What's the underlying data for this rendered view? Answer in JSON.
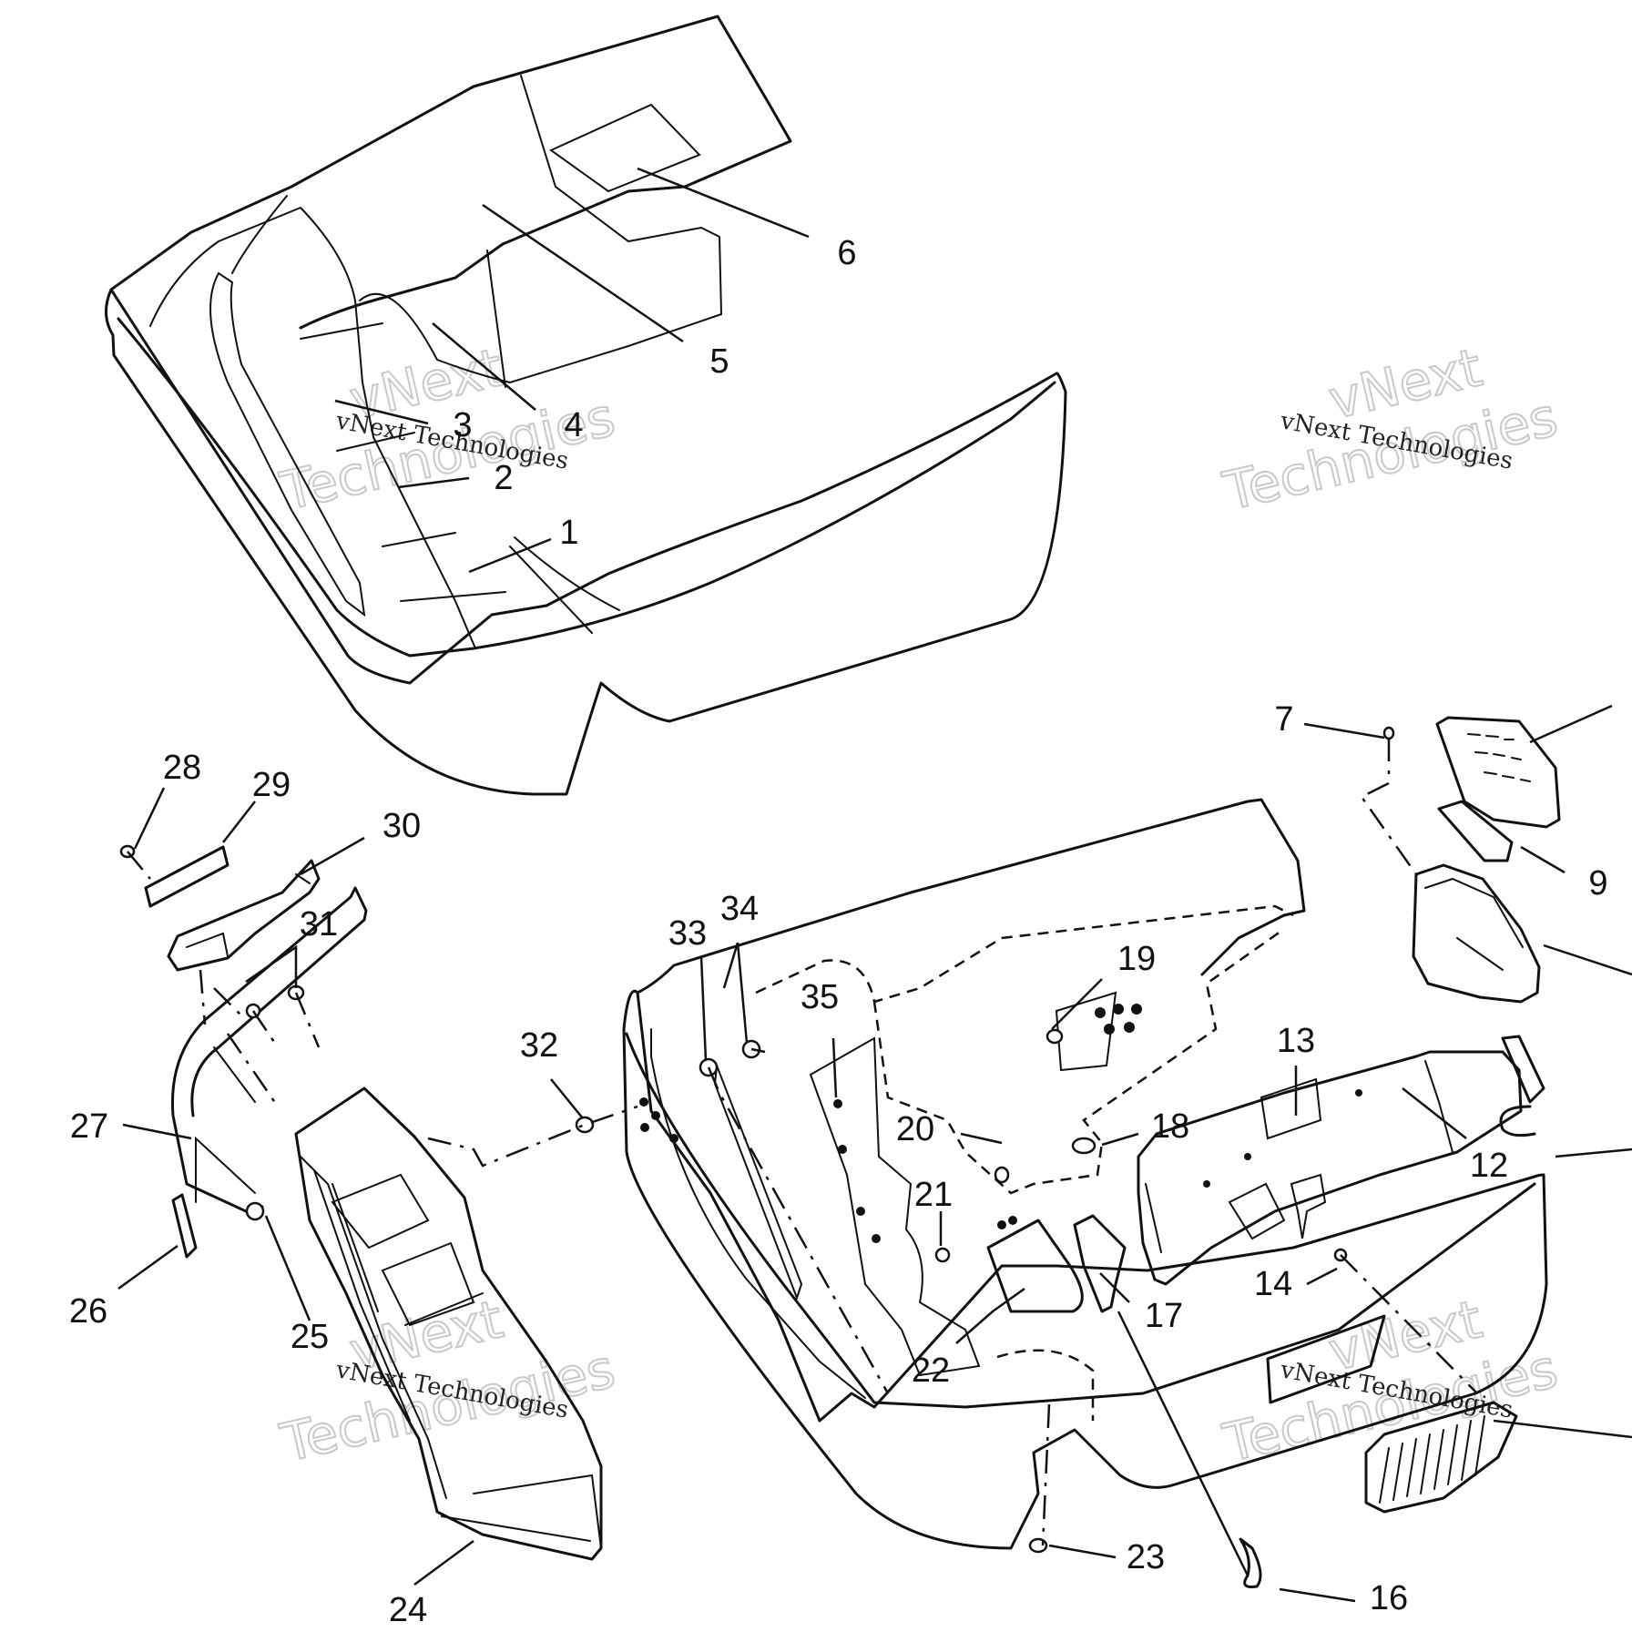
{
  "watermark": {
    "line": "vNext Technologies",
    "outline_top": "vNext",
    "outline_bottom": "Technologies"
  },
  "callouts": {
    "c1": "1",
    "c2": "2",
    "c3": "3",
    "c4": "4",
    "c5": "5",
    "c6": "6",
    "c7": "7",
    "c9": "9",
    "c12": "12",
    "c13": "13",
    "c14": "14",
    "c16": "16",
    "c17": "17",
    "c18": "18",
    "c19": "19",
    "c20": "20",
    "c21": "21",
    "c22": "22",
    "c23": "23",
    "c24": "24",
    "c25": "25",
    "c26": "26",
    "c27": "27",
    "c28": "28",
    "c29": "29",
    "c30": "30",
    "c31": "31",
    "c32": "32",
    "c33": "33",
    "c34": "34",
    "c35": "35"
  }
}
